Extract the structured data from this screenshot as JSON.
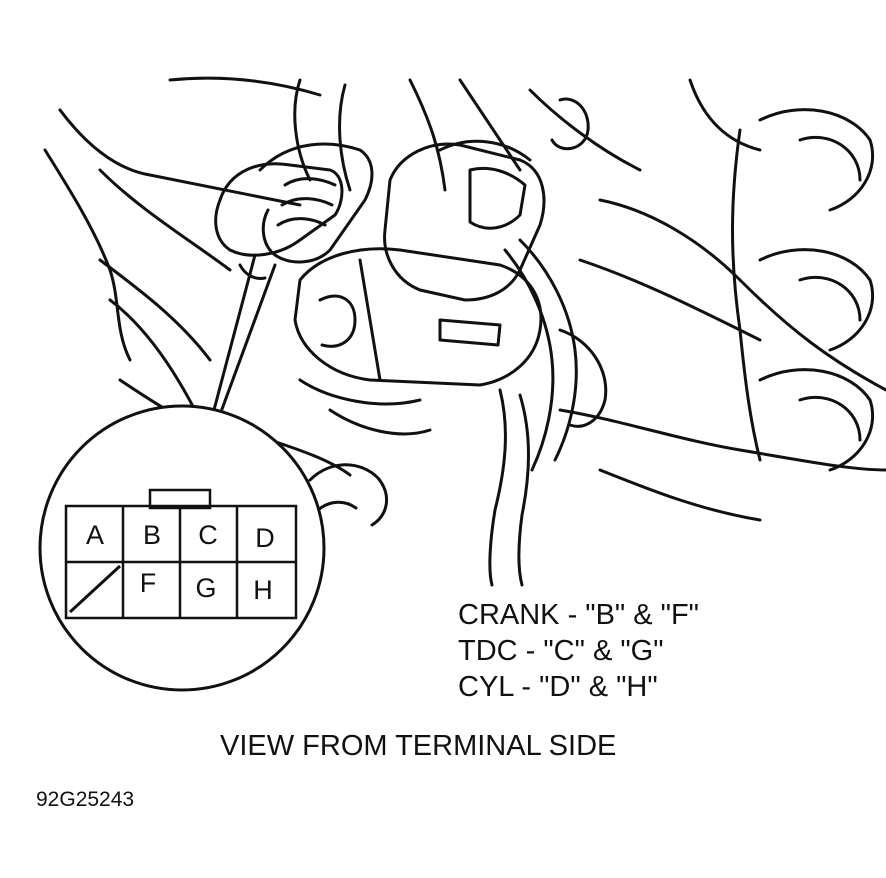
{
  "connector": {
    "pins_top": [
      "A",
      "B",
      "C",
      "D"
    ],
    "pins_bottom": [
      "",
      "F",
      "G",
      "H"
    ]
  },
  "legend": {
    "lines": [
      "CRANK - \"B\" & \"F\"",
      "TDC - \"C\" & \"G\"",
      "CYL - \"D\" & \"H\""
    ]
  },
  "caption": "VIEW FROM TERMINAL SIDE",
  "figure_id": "92G25243"
}
